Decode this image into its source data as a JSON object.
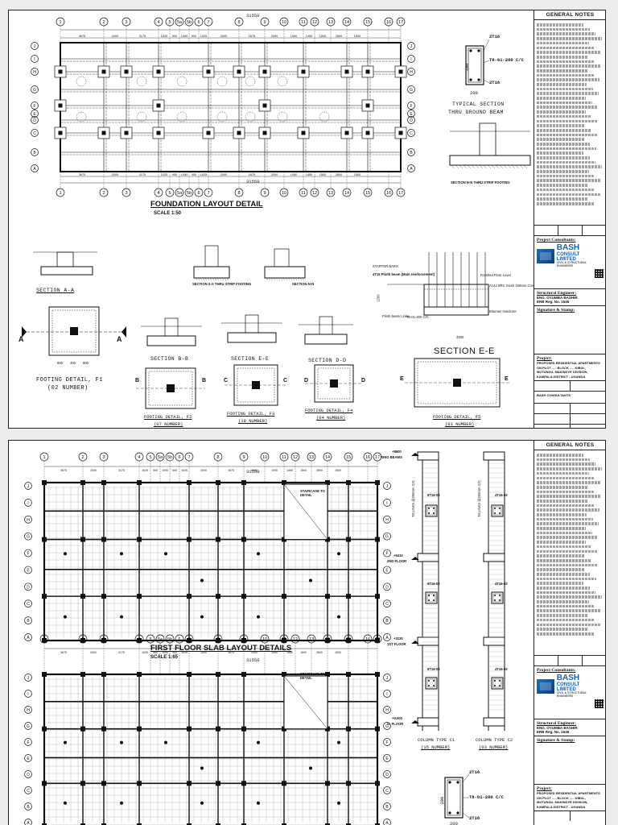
{
  "sheet1": {
    "plan_title": "FOUNDATION LAYOUT DETAIL",
    "plan_scale": "SCALE 1:50",
    "grid_top": [
      "1",
      "2",
      "3",
      "4",
      "5",
      "5a",
      "5b",
      "6",
      "7",
      "8",
      "9",
      "10",
      "11",
      "12",
      "13",
      "14",
      "15",
      "16",
      "17"
    ],
    "grid_bottom": [
      "1",
      "2",
      "3",
      "4",
      "5",
      "5a",
      "5b",
      "6",
      "7",
      "8",
      "9",
      "10",
      "11",
      "12",
      "13",
      "14",
      "15",
      "16",
      "17"
    ],
    "grid_side": [
      "J",
      "I",
      "H",
      "G",
      "F",
      "E",
      "D",
      "C",
      "B",
      "A"
    ],
    "dims_top": [
      "3675",
      "2000",
      "3175",
      "1025",
      "900",
      "1050",
      "900",
      "1025",
      "2000",
      "1675",
      "2000",
      "1050",
      "1450",
      "1500",
      "2800",
      "1500"
    ],
    "overall_dim": "31550",
    "beam_section": {
      "top_bars": "2T16",
      "links": "T8-01-200 C/C",
      "bottom_bars": "2T16",
      "depth": "300",
      "width": "200",
      "caption_1": "TYPICAL SECTION",
      "caption_2": "THRU GROUND BEAM"
    },
    "strip_section_caption": "SECTION N-N THRU STRIP FOOTING",
    "section_aa": "SECTION A-A",
    "footing_f1": {
      "caption": "FOOTING DETAIL, F1",
      "count": "(02 NUMBER)",
      "mark": "A",
      "plan_dims": [
        "600",
        "400",
        "800"
      ]
    },
    "section_xx": "SECTION X-X THRU STRIP FOOTING",
    "section_nn": "SECTION N-N",
    "section_ee": "SECTION E-E",
    "section_ee_notes": [
      "STARTER BARS",
      "4T16 Plinth beam (Main reinforcement)",
      "Finished Floor Level",
      "A142 BRC mesh 150mm Concrete 50mm Binding",
      "Bitumen Hardcore",
      "T8-01-200 C/C",
      "Plinth beam Links"
    ],
    "section_ee_dims": [
      "1200",
      "3200"
    ],
    "sections": [
      "SECTION B-B",
      "SECTION E-E",
      "SECTION D-D"
    ],
    "footings": [
      {
        "caption": "FOOTING DETAIL, F2",
        "count": "(07 NUMBER)",
        "mark": "B"
      },
      {
        "caption": "FOOTING DETAIL, F3",
        "count": "(18 NUMBER)",
        "mark": "C"
      },
      {
        "caption": "FOOTING DETAIL, F4",
        "count": "(04 NUMBER)",
        "mark": "D"
      },
      {
        "caption": "FOOTING DETAIL, F5",
        "count": "(01 NUMBER)",
        "mark": "E"
      }
    ],
    "title_block": {
      "notes_head": "GENERAL NOTES",
      "consultants_label": "Project Consultants:",
      "firm_line1": "BASH",
      "firm_line2": "CONSULT",
      "firm_line3": "LIMITED",
      "firm_sub": "CIVIL & STRUCTURAL ENGINEERS",
      "engineer_label": "Structural Engineer:",
      "engineer_name": "ENG. OYUMBA BASHIR",
      "engineer_reg": "ERB Reg. No. 1646",
      "signature_label": "Signature & Stamp:",
      "project_label": "Project:",
      "project_text": "PROPOSED RESIDENTIAL APARTMENTS ON PLOT ..... BLOCK ..... KIBUL, MUTUNDU, MAKINDYE DIVISION, KAMPALA DISTRICT - UGANDA",
      "checked_by": "BASH CONSULTANTS"
    }
  },
  "sheet2": {
    "plan_title": "FIRST FLOOR SLAB LAYOUT DETAILS",
    "plan_scale": "SCALE 1:65",
    "staircase": "STAIRCASE TO DETAIL",
    "dims_top": [
      "3675",
      "2000",
      "3175",
      "1025",
      "900",
      "1050",
      "900",
      "1025",
      "2000",
      "1675",
      "2000",
      "1050",
      "1450",
      "1500",
      "2800",
      "1500"
    ],
    "overall_dim": "31550",
    "grid_top": [
      "1",
      "2",
      "3",
      "4",
      "5",
      "5a",
      "5b",
      "6",
      "7",
      "8",
      "9",
      "10",
      "11",
      "12",
      "13",
      "14",
      "15",
      "16",
      "17"
    ],
    "grid_side": [
      "J",
      "I",
      "H",
      "G",
      "F",
      "E",
      "D",
      "C",
      "B",
      "A"
    ],
    "levels": [
      {
        "elev": "+8600",
        "label": "RING BEAMS"
      },
      {
        "elev": "+6410",
        "label": "2ND FLOOR"
      },
      {
        "elev": "+3130",
        "label": "1ST FLOOR"
      },
      {
        "elev": "+0.000",
        "label": "G. FLOOR"
      }
    ],
    "column_c1": {
      "caption": "COLUMN TYPE C1",
      "count": "(15 NUMBER)",
      "bars": "6T16-03",
      "links": "T8 LINKS @200mm C/C"
    },
    "column_c2": {
      "caption": "COLUMN TYPE C2",
      "count": "(03 NUMBER)",
      "bars": "4T16-03",
      "links": "T8 LINKS @200mm C/C"
    },
    "beam_section": {
      "top_bars": "2T16",
      "links": "T8-01-200 C/C",
      "bottom_bars": "2T16",
      "depth": "300",
      "width": "200"
    },
    "title_block": {
      "notes_head": "GENERAL NOTES",
      "consultants_label": "Project Consultants:",
      "firm_line1": "BASH",
      "firm_line2": "CONSULT",
      "firm_line3": "LIMITED",
      "firm_sub": "CIVIL & STRUCTURAL ENGINEERS",
      "engineer_label": "Structural Engineer:",
      "engineer_name": "ENG. OYUMBA BASHIR",
      "engineer_reg": "ERB Reg. No. 1646",
      "signature_label": "Signature & Stamp:",
      "project_label": "Project:",
      "project_text": "PROPOSED RESIDENTIAL APARTMENTS ON PLOT ..... BLOCK ..... KIBUL, MUTUNDU, MAKINDYE DIVISION, KAMPALA DISTRICT - UGANDA"
    }
  }
}
